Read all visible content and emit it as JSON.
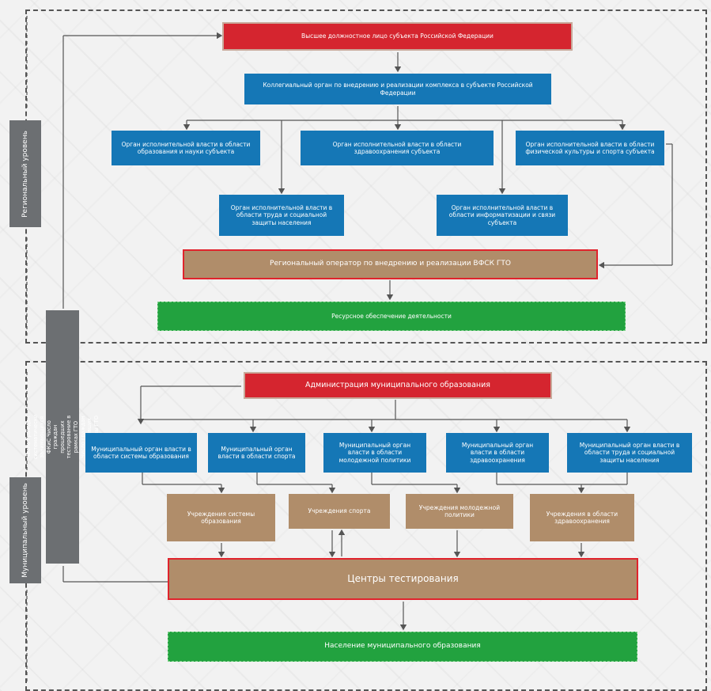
{
  "regional": {
    "label": "Региональный уровень",
    "top": "Высшее должностное лицо субъекта Российской Федерации",
    "collegial": "Коллегиальный орган по внедрению и реализации комплекса в субъекте Российской Федерации",
    "org_education": "Орган исполнительной власти в области образования и науки субъекта",
    "org_health": "Орган исполнительной власти в области здравоохранения субъекта",
    "org_sport": "Орган исполнительной власти в области физической культуры и спорта субъекта",
    "org_labor": "Орган исполнительной власти в области труда и социальной защиты населения",
    "org_info": "Орган исполнительной власти в области информатизации и связи субъекта",
    "operator": "Региональный оператор по внедрению и реализации ВФСК ГТО",
    "resources": "Ресурсное обеспечение деятельности"
  },
  "side_note": "Число граждан систематически занимающихся ФКиС Число граждан прошедших тестирование в рамках ГТО Число граждан выполнивших нормативы ГТО",
  "municipal": {
    "label": "Муниципальный уровень",
    "admin": "Администрация муниципального образования",
    "org_education": "Муниципальный орган власти в области системы образования",
    "org_sport": "Муниципальный орган власти в области спорта",
    "org_youth": "Муниципальный орган власти в области молодежной политики",
    "org_health": "Муниципальный орган власти в области здравоохранения",
    "org_labor": "Муниципальный орган власти в области труда и социальной защиты населения",
    "inst_education": "Учреждения системы образования",
    "inst_sport": "Учреждения спорта",
    "inst_youth": "Учреждения молодежной политики",
    "inst_health": "Учреждения в области здравоохранения",
    "testing": "Центры тестирования",
    "population": "Население муниципального образования"
  },
  "colors": {
    "red": "#d5252f",
    "blue": "#1577b6",
    "brown": "#b08d6a",
    "green": "#22a23f",
    "gray": "#6c6f72"
  }
}
